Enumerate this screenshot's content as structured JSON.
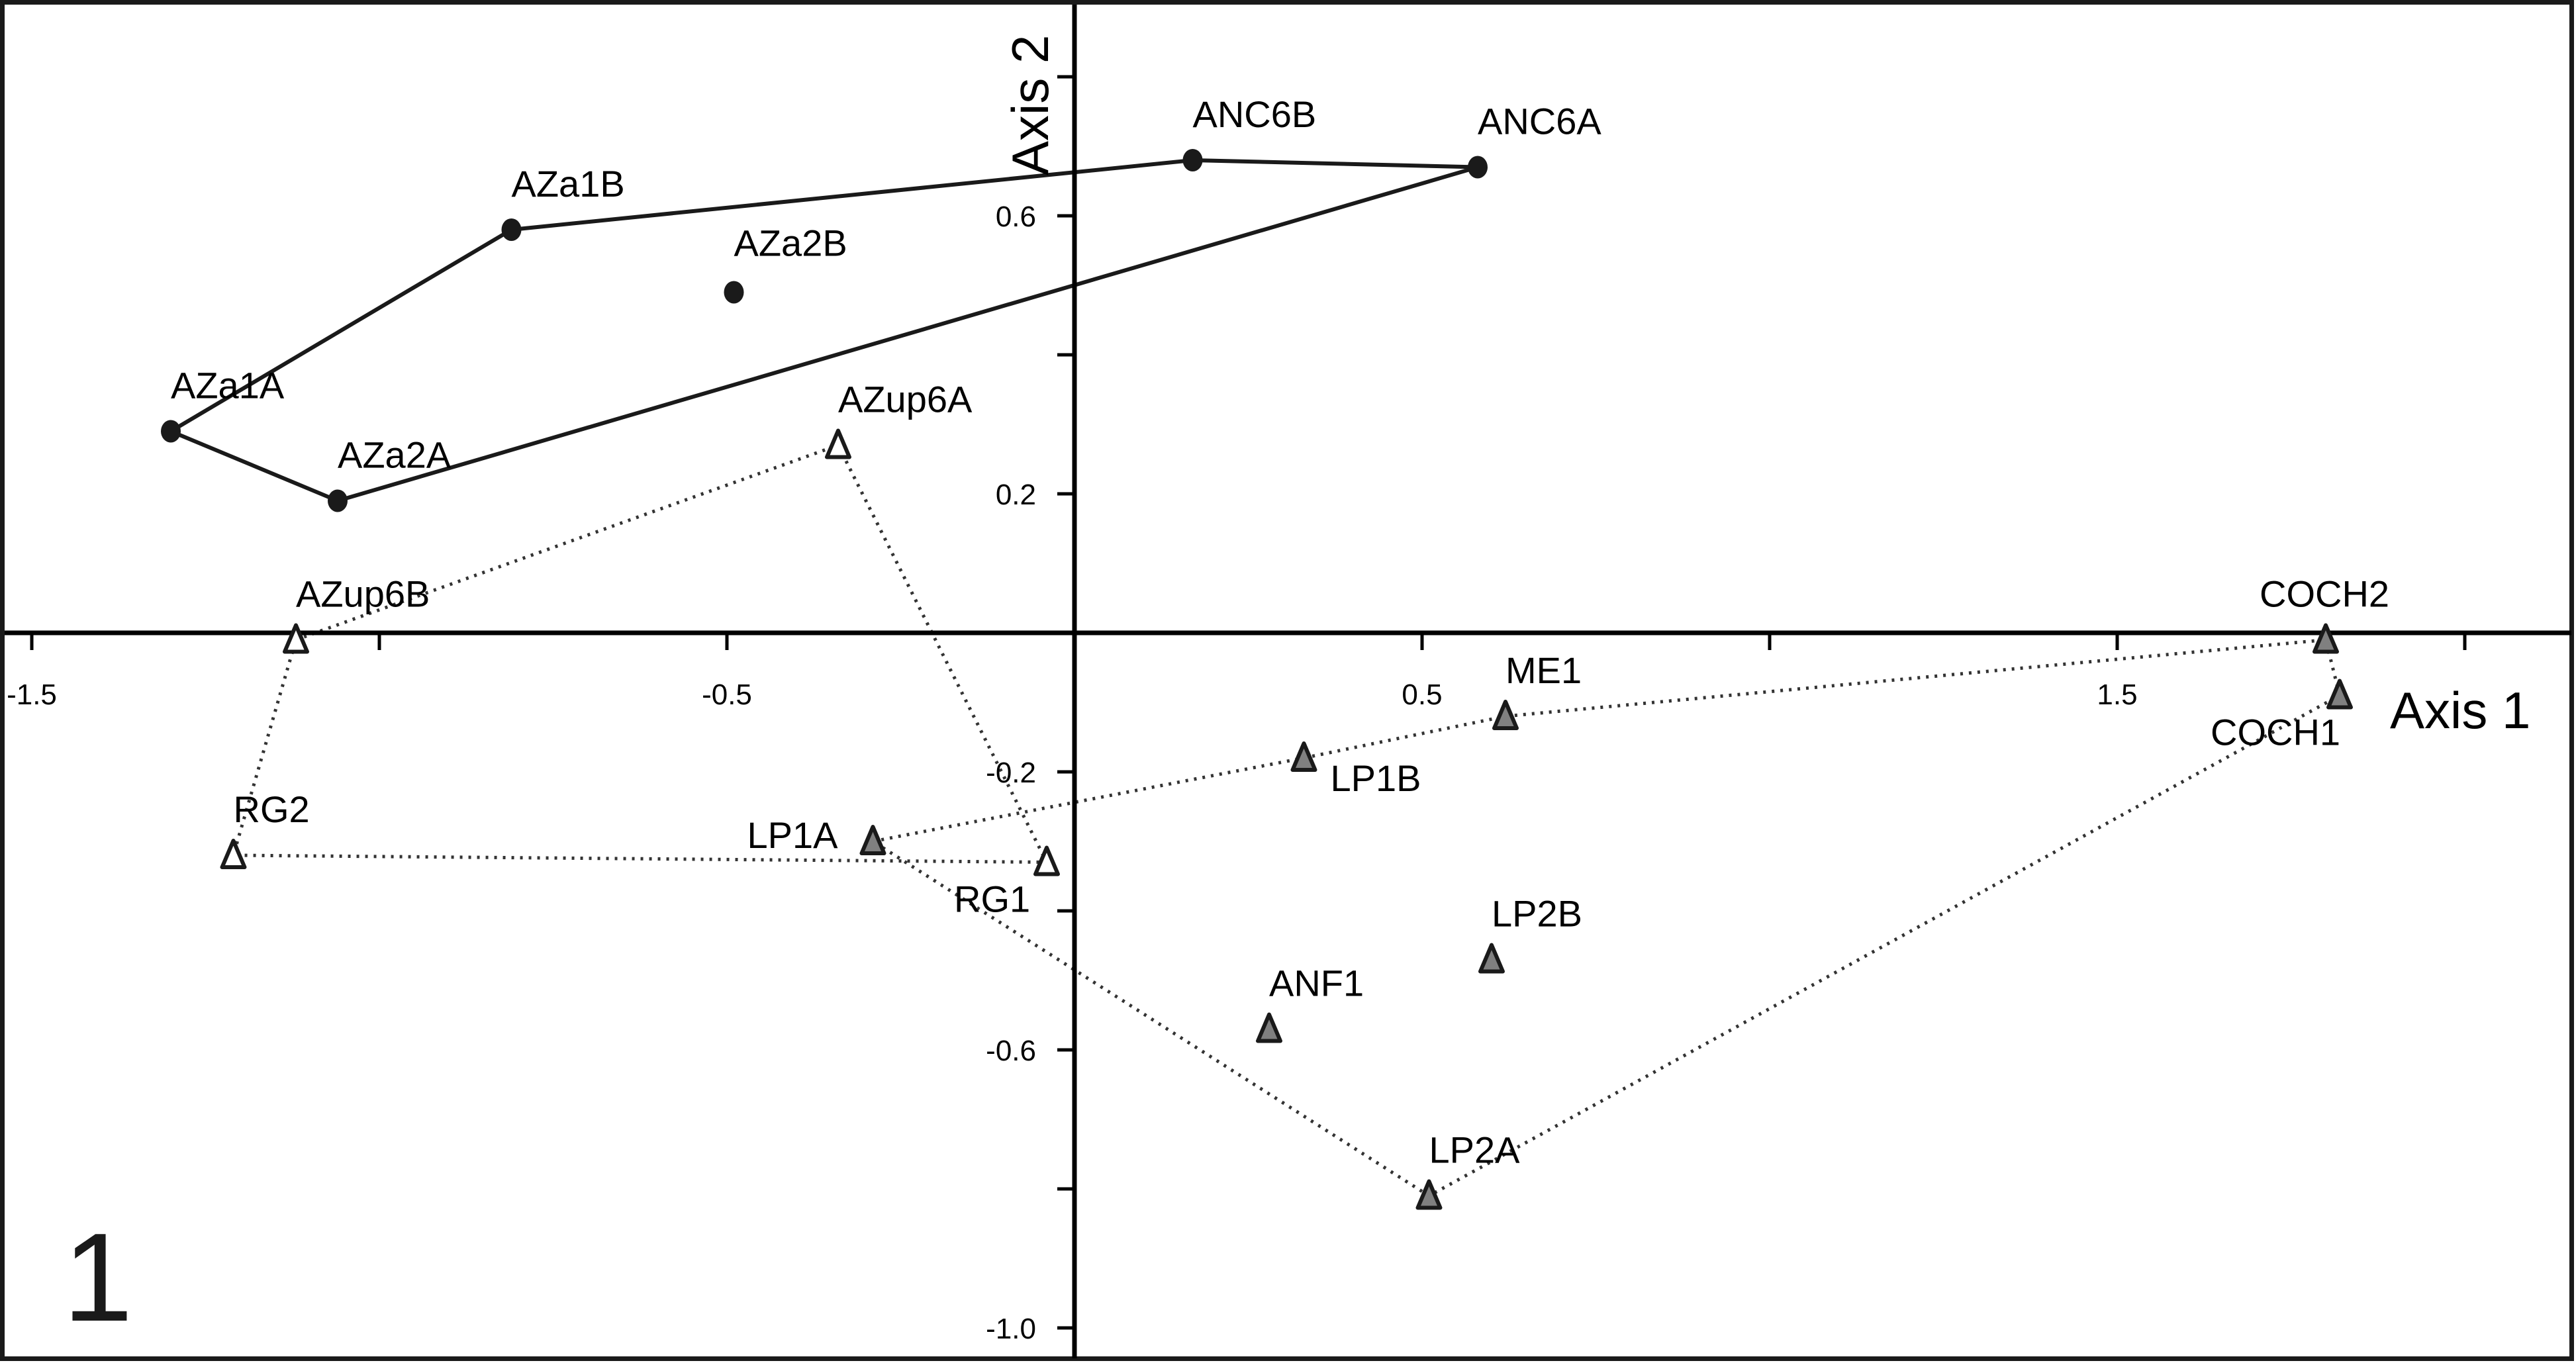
{
  "panel_number": "1",
  "chart_data": {
    "type": "scatter",
    "title": "",
    "xlabel": "Axis 1",
    "ylabel": "Axis 2",
    "xlim": [
      -1.55,
      2.15
    ],
    "ylim": [
      -1.05,
      0.91
    ],
    "grid": false,
    "legend": null,
    "x_ticks": [
      -1.5,
      -1.0,
      -0.5,
      0.0,
      0.5,
      1.0,
      1.5,
      2.0
    ],
    "x_tick_labels": [
      {
        "value": -1.5,
        "label": "-1.5"
      },
      {
        "value": -0.5,
        "label": "-0.5"
      },
      {
        "value": 0.5,
        "label": "0.5"
      },
      {
        "value": 1.5,
        "label": "1.5"
      }
    ],
    "y_ticks": [
      0.8,
      0.6,
      0.4,
      0.2,
      0.0,
      -0.2,
      -0.4,
      -0.6,
      -0.8,
      -1.0
    ],
    "y_tick_labels": [
      {
        "value": 0.6,
        "label": "0.6"
      },
      {
        "value": 0.2,
        "label": "0.2"
      },
      {
        "value": -0.2,
        "label": "-0.2"
      },
      {
        "value": -0.6,
        "label": "-0.6"
      },
      {
        "value": -1.0,
        "label": "-1.0"
      }
    ],
    "series": [
      {
        "name": "group-filled-circles",
        "marker": "circle",
        "fill": "#1a1a1a",
        "hull_style": "solid",
        "hull_order": [
          "AZa1A",
          "AZa1B",
          "ANC6B",
          "ANC6A",
          "AZa2A"
        ],
        "points": [
          {
            "label": "AZa1A",
            "x": -1.3,
            "y": 0.29
          },
          {
            "label": "AZa2A",
            "x": -1.06,
            "y": 0.19
          },
          {
            "label": "AZa1B",
            "x": -0.81,
            "y": 0.58
          },
          {
            "label": "AZa2B",
            "x": -0.49,
            "y": 0.49
          },
          {
            "label": "ANC6B",
            "x": 0.17,
            "y": 0.68
          },
          {
            "label": "ANC6A",
            "x": 0.58,
            "y": 0.67
          }
        ]
      },
      {
        "name": "group-open-triangles",
        "marker": "triangle-open",
        "fill": "#ffffff",
        "hull_style": "dotted",
        "hull_order": [
          "AZup6B",
          "AZup6A",
          "RG1",
          "RG2"
        ],
        "points": [
          {
            "label": "AZup6A",
            "x": -0.34,
            "y": 0.27
          },
          {
            "label": "AZup6B",
            "x": -1.12,
            "y": -0.01
          },
          {
            "label": "RG2",
            "x": -1.21,
            "y": -0.32
          },
          {
            "label": "RG1",
            "x": -0.04,
            "y": -0.33
          }
        ]
      },
      {
        "name": "group-gray-triangles",
        "marker": "triangle-filled",
        "fill": "#808080",
        "hull_style": "dotted",
        "hull_order": [
          "LP1A",
          "LP1B",
          "ME1",
          "COCH2",
          "COCH1",
          "LP2A"
        ],
        "points": [
          {
            "label": "LP1A",
            "x": -0.29,
            "y": -0.3
          },
          {
            "label": "LP1B",
            "x": 0.33,
            "y": -0.18
          },
          {
            "label": "ME1",
            "x": 0.62,
            "y": -0.12
          },
          {
            "label": "LP2B",
            "x": 0.6,
            "y": -0.47
          },
          {
            "label": "ANF1",
            "x": 0.28,
            "y": -0.57
          },
          {
            "label": "LP2A",
            "x": 0.51,
            "y": -0.81
          },
          {
            "label": "COCH2",
            "x": 1.8,
            "y": -0.01
          },
          {
            "label": "COCH1",
            "x": 1.82,
            "y": -0.09
          }
        ]
      }
    ],
    "label_offsets": {
      "AZa1A": [
        0,
        -50
      ],
      "AZa2A": [
        0,
        -50
      ],
      "AZa1B": [
        0,
        -50
      ],
      "AZa2B": [
        0,
        -55
      ],
      "ANC6B": [
        0,
        -50
      ],
      "ANC6A": [
        0,
        -50
      ],
      "AZup6A": [
        0,
        -50
      ],
      "AZup6B": [
        0,
        -50
      ],
      "RG2": [
        0,
        -50
      ],
      "RG1": [
        -140,
        75
      ],
      "LP1A": [
        -190,
        10
      ],
      "LP1B": [
        40,
        50
      ],
      "ME1": [
        0,
        -50
      ],
      "LP2B": [
        0,
        -50
      ],
      "ANF1": [
        0,
        -50
      ],
      "LP2A": [
        0,
        -50
      ],
      "COCH2": [
        -100,
        -50
      ],
      "COCH1": [
        -195,
        75
      ]
    }
  }
}
